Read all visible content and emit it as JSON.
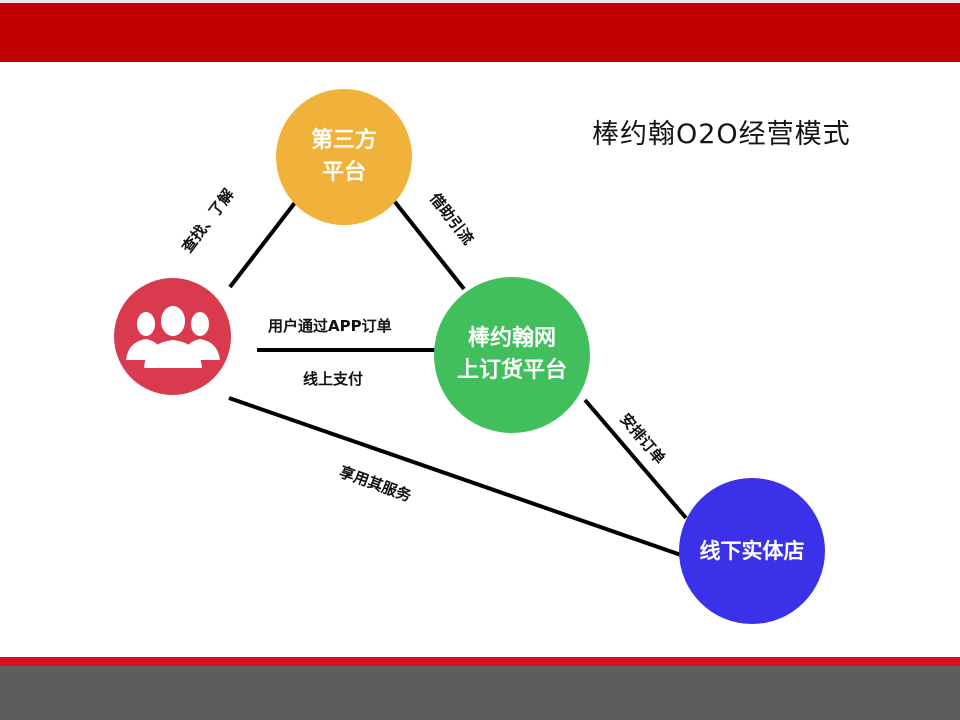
{
  "header": {
    "bar_color": "#c00000"
  },
  "title": "棒约翰O2O经营模式",
  "nodes": {
    "third_party": {
      "line1": "第三方",
      "line2": "平台",
      "color": "#f0b23a"
    },
    "users": {
      "icon": "users-group-icon",
      "color": "#d93a4e"
    },
    "platform": {
      "line1": "棒约翰网",
      "line2": "上订货平台",
      "color": "#41bf5c"
    },
    "store": {
      "line1": "线下实体店",
      "color": "#3b31e8"
    }
  },
  "edges": {
    "users_to_third_party": "查找、了解",
    "third_party_to_platform": "借助引流",
    "users_to_platform_top": "用户通过APP订单",
    "users_to_platform_bottom": "线上支付",
    "platform_to_store": "安排订单",
    "users_to_store": "享用其服务"
  },
  "footer": {
    "accent_color": "#d70f1f",
    "base_color": "#5f5c5c"
  }
}
